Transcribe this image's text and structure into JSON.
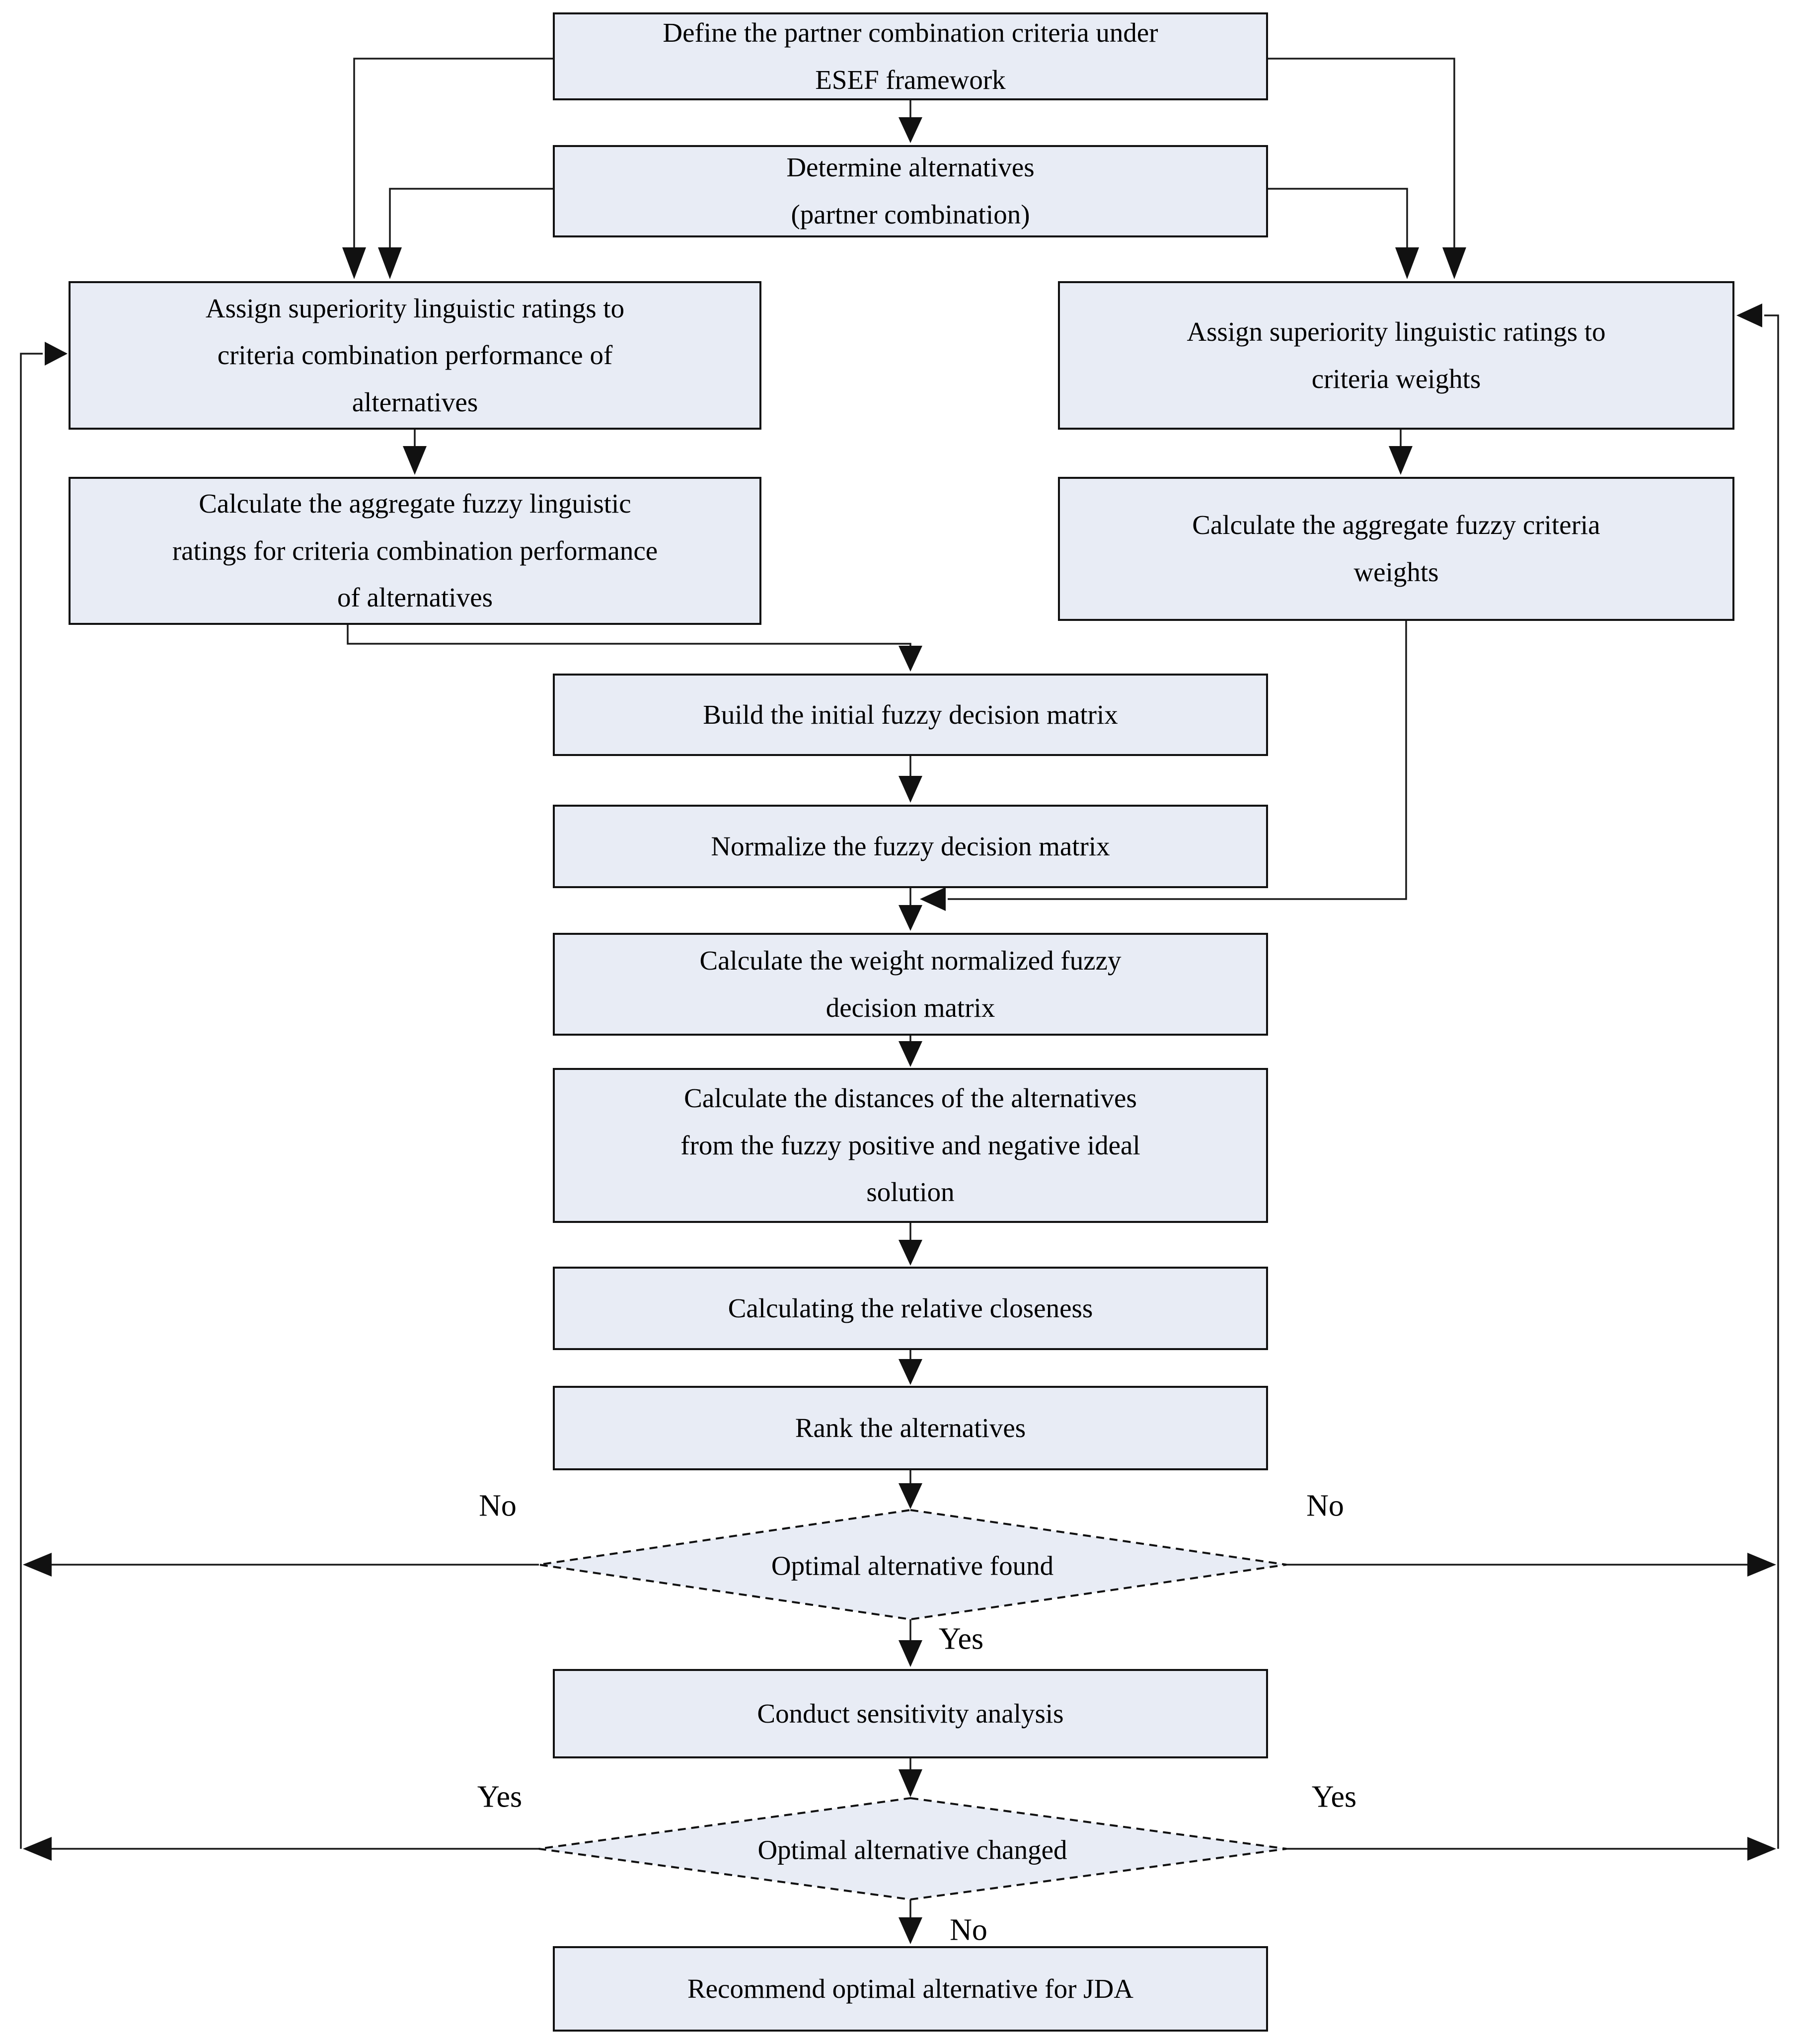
{
  "flowchart": {
    "title": "Fuzzy TOPSIS partner selection flowchart",
    "colors": {
      "node_fill": "#e8ecf5",
      "node_border": "#111111",
      "connector": "#1a1a1a",
      "text": "#000000"
    },
    "nodes": {
      "define": {
        "label": "Define the partner combination criteria under\nESEF framework"
      },
      "determine": {
        "label": "Determine alternatives\n(partner combination)"
      },
      "assign_left": {
        "label": "Assign superiority linguistic ratings to\ncriteria combination performance of\nalternatives"
      },
      "assign_right": {
        "label": "Assign superiority linguistic ratings to\ncriteria weights"
      },
      "aggregate_left": {
        "label": "Calculate the aggregate fuzzy linguistic\nratings for criteria combination performance\nof alternatives"
      },
      "aggregate_right": {
        "label": "Calculate the aggregate fuzzy  criteria\nweights"
      },
      "build": {
        "label": "Build the initial fuzzy decision matrix"
      },
      "normalize": {
        "label": "Normalize the fuzzy decision matrix"
      },
      "weight": {
        "label": "Calculate the weight normalized fuzzy\ndecision matrix"
      },
      "distances": {
        "label": "Calculate the distances of the alternatives\nfrom the fuzzy positive and negative ideal\nsolution"
      },
      "closeness": {
        "label": "Calculating the relative closeness"
      },
      "rank": {
        "label": "Rank the alternatives"
      },
      "decision_found": {
        "label": "Optimal alternative found"
      },
      "sensitivity": {
        "label": "Conduct sensitivity analysis"
      },
      "decision_changed": {
        "label": "Optimal alternative changed"
      },
      "recommend": {
        "label": "Recommend optimal alternative for JDA"
      }
    },
    "edge_labels": {
      "found_no_left": "No",
      "found_no_right": "No",
      "found_yes": "Yes",
      "changed_yes_left": "Yes",
      "changed_yes_right": "Yes",
      "changed_no": "No"
    }
  }
}
